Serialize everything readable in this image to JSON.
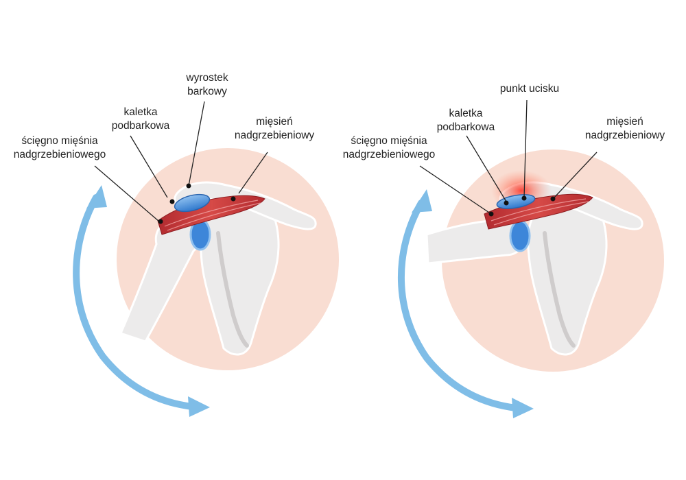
{
  "diagrams": [
    {
      "id": "left",
      "labels": {
        "acromion": [
          "wyrostek",
          "barkowy"
        ],
        "bursa": [
          "kaletka",
          "podbarkowa"
        ],
        "muscle": [
          "mięsień",
          "nadgrzebieniowy"
        ],
        "tendon": [
          "ścięgno mięśnia",
          "nadgrzebieniowego"
        ]
      }
    },
    {
      "id": "right",
      "labels": {
        "pressure": [
          "punkt ucisku"
        ],
        "bursa": [
          "kaletka",
          "podbarkowa"
        ],
        "muscle": [
          "mięsień",
          "nadgrzebieniowy"
        ],
        "tendon": [
          "ścięgno mięśnia",
          "nadgrzebieniowego"
        ]
      }
    }
  ],
  "colors": {
    "background_circle": "#f9ddd2",
    "bone_fill": "#ecebeb",
    "bone_outline": "#ffffff",
    "bone_shadow": "#c9c6c6",
    "bursa": "#4a8fd6",
    "cartilage": "#3d86d9",
    "muscle": "#c6363a",
    "arrow": "#7fbde7",
    "pressure_glow": "#ff3b2f",
    "leader_line": "#222222"
  },
  "icons": {
    "arrow": "curved-double-arrow-icon",
    "pressure": "pressure-point-glow-icon"
  }
}
